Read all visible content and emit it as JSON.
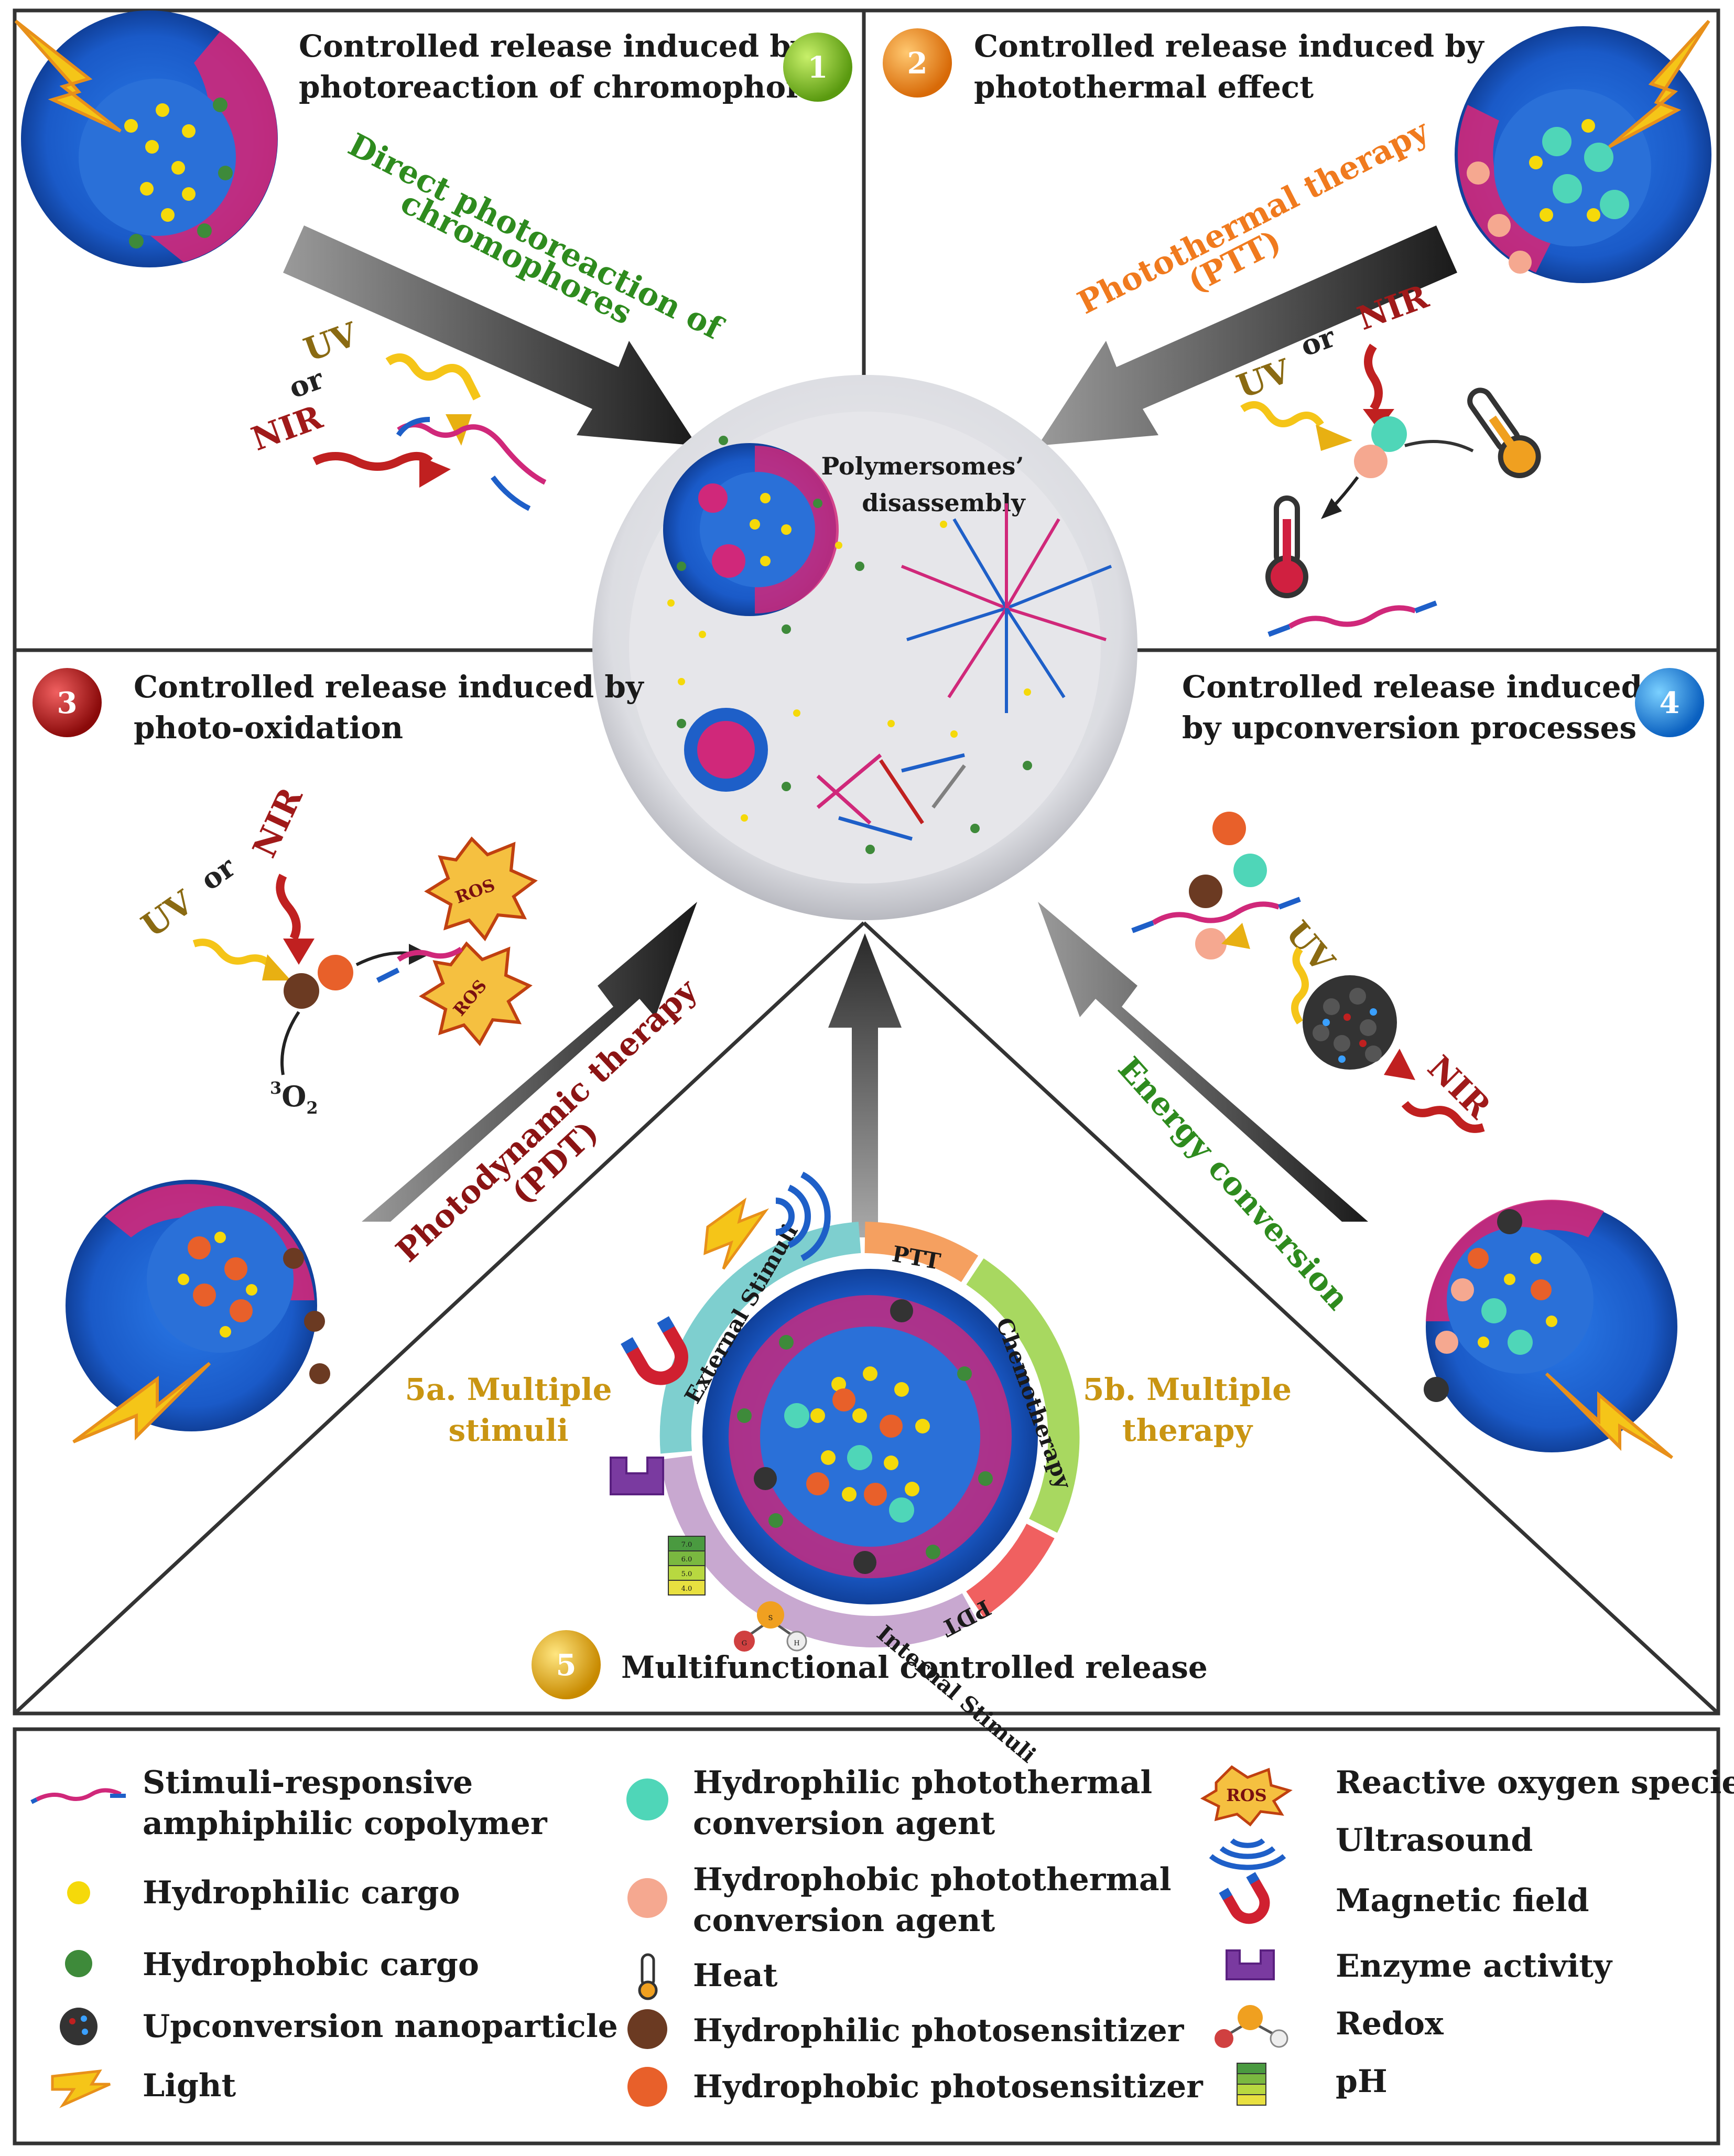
{
  "panels": {
    "p1": {
      "number": "1",
      "title_line1": "Controlled release induced by",
      "title_line2": "photoreaction of chromophores",
      "arrow_label_line1": "Direct photoreaction of",
      "arrow_label_line2": "chromophores",
      "light1": "UV",
      "or": "or",
      "light2": "NIR"
    },
    "p2": {
      "number": "2",
      "title_line1": "Controlled release induced by",
      "title_line2": "photothermal effect",
      "arrow_label_line1": "Photothermal therapy",
      "arrow_label_line2": "(PTT)",
      "light1": "UV",
      "or": "or",
      "light2": "NIR"
    },
    "p3": {
      "number": "3",
      "title_line1": "Controlled release induced by",
      "title_line2": "photo-oxidation",
      "arrow_label_line1": "Photodynamic therapy",
      "arrow_label_line2": "(PDT)",
      "light1": "UV",
      "or": "or",
      "light2": "NIR",
      "ros": "ROS",
      "oxygen_sup": "3",
      "oxygen": "O",
      "oxygen_sub": "2"
    },
    "p4": {
      "number": "4",
      "title_line1": "Controlled release induced",
      "title_line2": "by upconversion processes",
      "arrow_label": "Energy conversion",
      "light1": "UV",
      "light2": "NIR"
    },
    "p5": {
      "number": "5",
      "title": "Multifunctional controlled release",
      "left_line1": "5a. Multiple",
      "left_line2": "stimuli",
      "right_line1": "5b. Multiple",
      "right_line2": "therapy",
      "ring_external": "External Stimuli",
      "ring_internal": "Internal Stimuli",
      "ring_ptt": "PTT",
      "ring_chemo": "Chemotherapy",
      "ring_pdt": "PDT",
      "ph_values": [
        "7.0",
        "6.0",
        "5.0",
        "4.0"
      ],
      "redox_letters": [
        "G",
        "S",
        "H"
      ]
    }
  },
  "center": {
    "label_line1": "Polymersomes’",
    "label_line2": "disassembly"
  },
  "legend": {
    "col1": [
      {
        "icon": "copolymer-icon",
        "line1": "Stimuli-responsive",
        "line2": "amphiphilic copolymer"
      },
      {
        "icon": "hydrophilic-cargo-icon",
        "line1": "Hydrophilic cargo"
      },
      {
        "icon": "hydrophobic-cargo-icon",
        "line1": "Hydrophobic cargo"
      },
      {
        "icon": "upconversion-nanoparticle-icon",
        "line1": "Upconversion nanoparticle"
      },
      {
        "icon": "light-icon",
        "line1": "Light"
      }
    ],
    "col2": [
      {
        "icon": "hydrophilic-photothermal-agent-icon",
        "line1": "Hydrophilic photothermal",
        "line2": "conversion agent"
      },
      {
        "icon": "hydrophobic-photothermal-agent-icon",
        "line1": "Hydrophobic photothermal",
        "line2": "conversion agent"
      },
      {
        "icon": "heat-icon",
        "line1": "Heat"
      },
      {
        "icon": "hydrophilic-photosensitizer-icon",
        "line1": "Hydrophilic photosensitizer"
      },
      {
        "icon": "hydrophobic-photosensitizer-icon",
        "line1": "Hydrophobic photosensitizer"
      }
    ],
    "col3": [
      {
        "icon": "ros-icon",
        "icon_text": "ROS",
        "line1": "Reactive oxygen species"
      },
      {
        "icon": "ultrasound-icon",
        "line1": "Ultrasound"
      },
      {
        "icon": "magnet-icon",
        "line1": "Magnetic field"
      },
      {
        "icon": "enzyme-icon",
        "line1": "Enzyme activity"
      },
      {
        "icon": "redox-icon",
        "line1": "Redox"
      },
      {
        "icon": "ph-icon",
        "line1": "pH"
      }
    ]
  },
  "colors": {
    "vesicle_blue": "#1e5fc8",
    "membrane_pink": "#d0287a",
    "hydrophilic_cargo": "#f5d90a",
    "hydrophobic_cargo": "#3e8a3a",
    "ptt_agent_hydrophilic": "#4fd6b8",
    "ptt_agent_hydrophobic": "#f5a890",
    "ps_hydrophilic": "#6b3a22",
    "ps_hydrophobic": "#e8602a",
    "num1": "#7cc22a",
    "num2": "#f0901a",
    "num3": "#b01a1a",
    "num4": "#1a88e0",
    "num5": "#e8b012"
  }
}
